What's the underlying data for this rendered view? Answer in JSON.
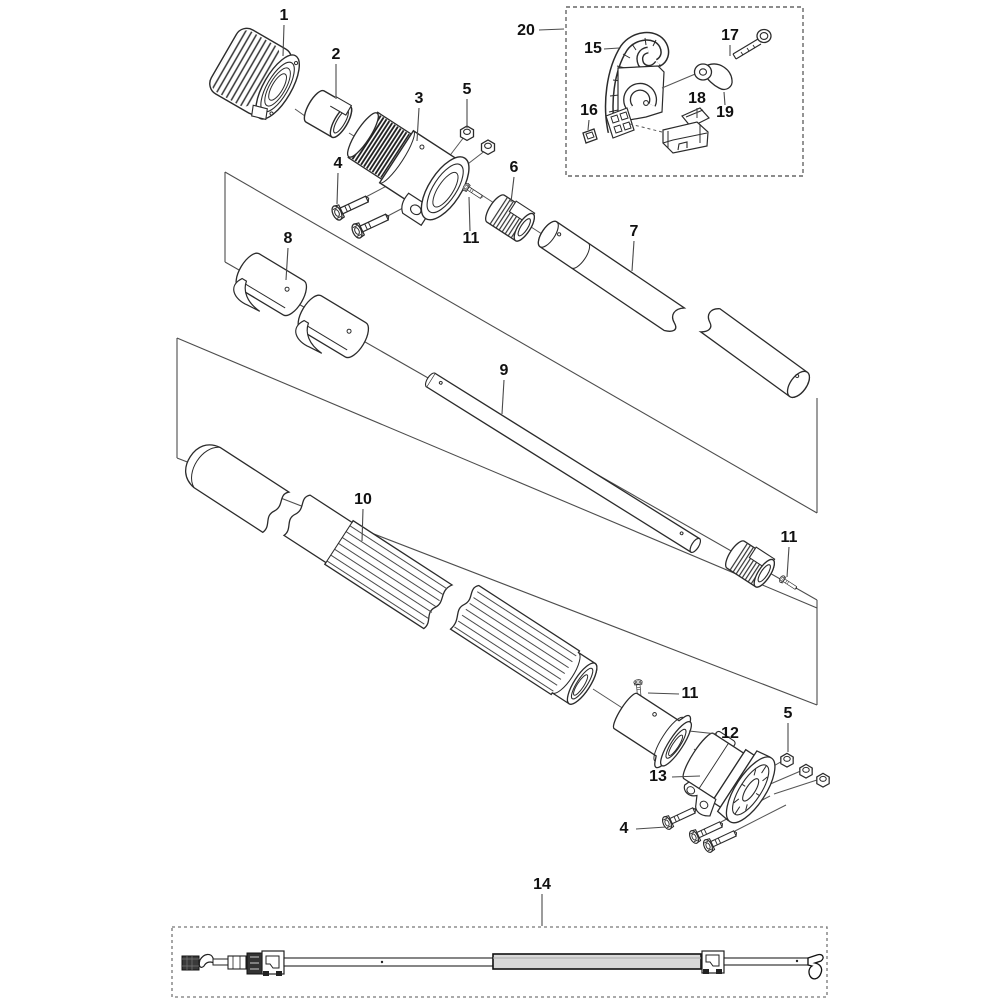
{
  "figure": {
    "kind": "exploded-parts-diagram",
    "callouts": {
      "c1": "1",
      "c2": "2",
      "c3": "3",
      "c4t": "4",
      "c5t": "5",
      "c6": "6",
      "c7": "7",
      "c8": "8",
      "c9": "9",
      "c10": "10",
      "c11t": "11",
      "c11m": "11",
      "c11b": "11",
      "c12": "12",
      "c13": "13",
      "c5b": "5",
      "c4b": "4",
      "c14": "14",
      "c15": "15",
      "c16": "16",
      "c17": "17",
      "c18": "18",
      "c19": "19",
      "c20": "20"
    },
    "colors": {
      "ink": "#2b2b2b",
      "thin_line": "#555555",
      "label_color": "#111111",
      "background": "#ffffff",
      "dashed_box": "#666666",
      "pole_fill": "#d9d9d9",
      "dark_fill": "#3a3a3a"
    }
  }
}
